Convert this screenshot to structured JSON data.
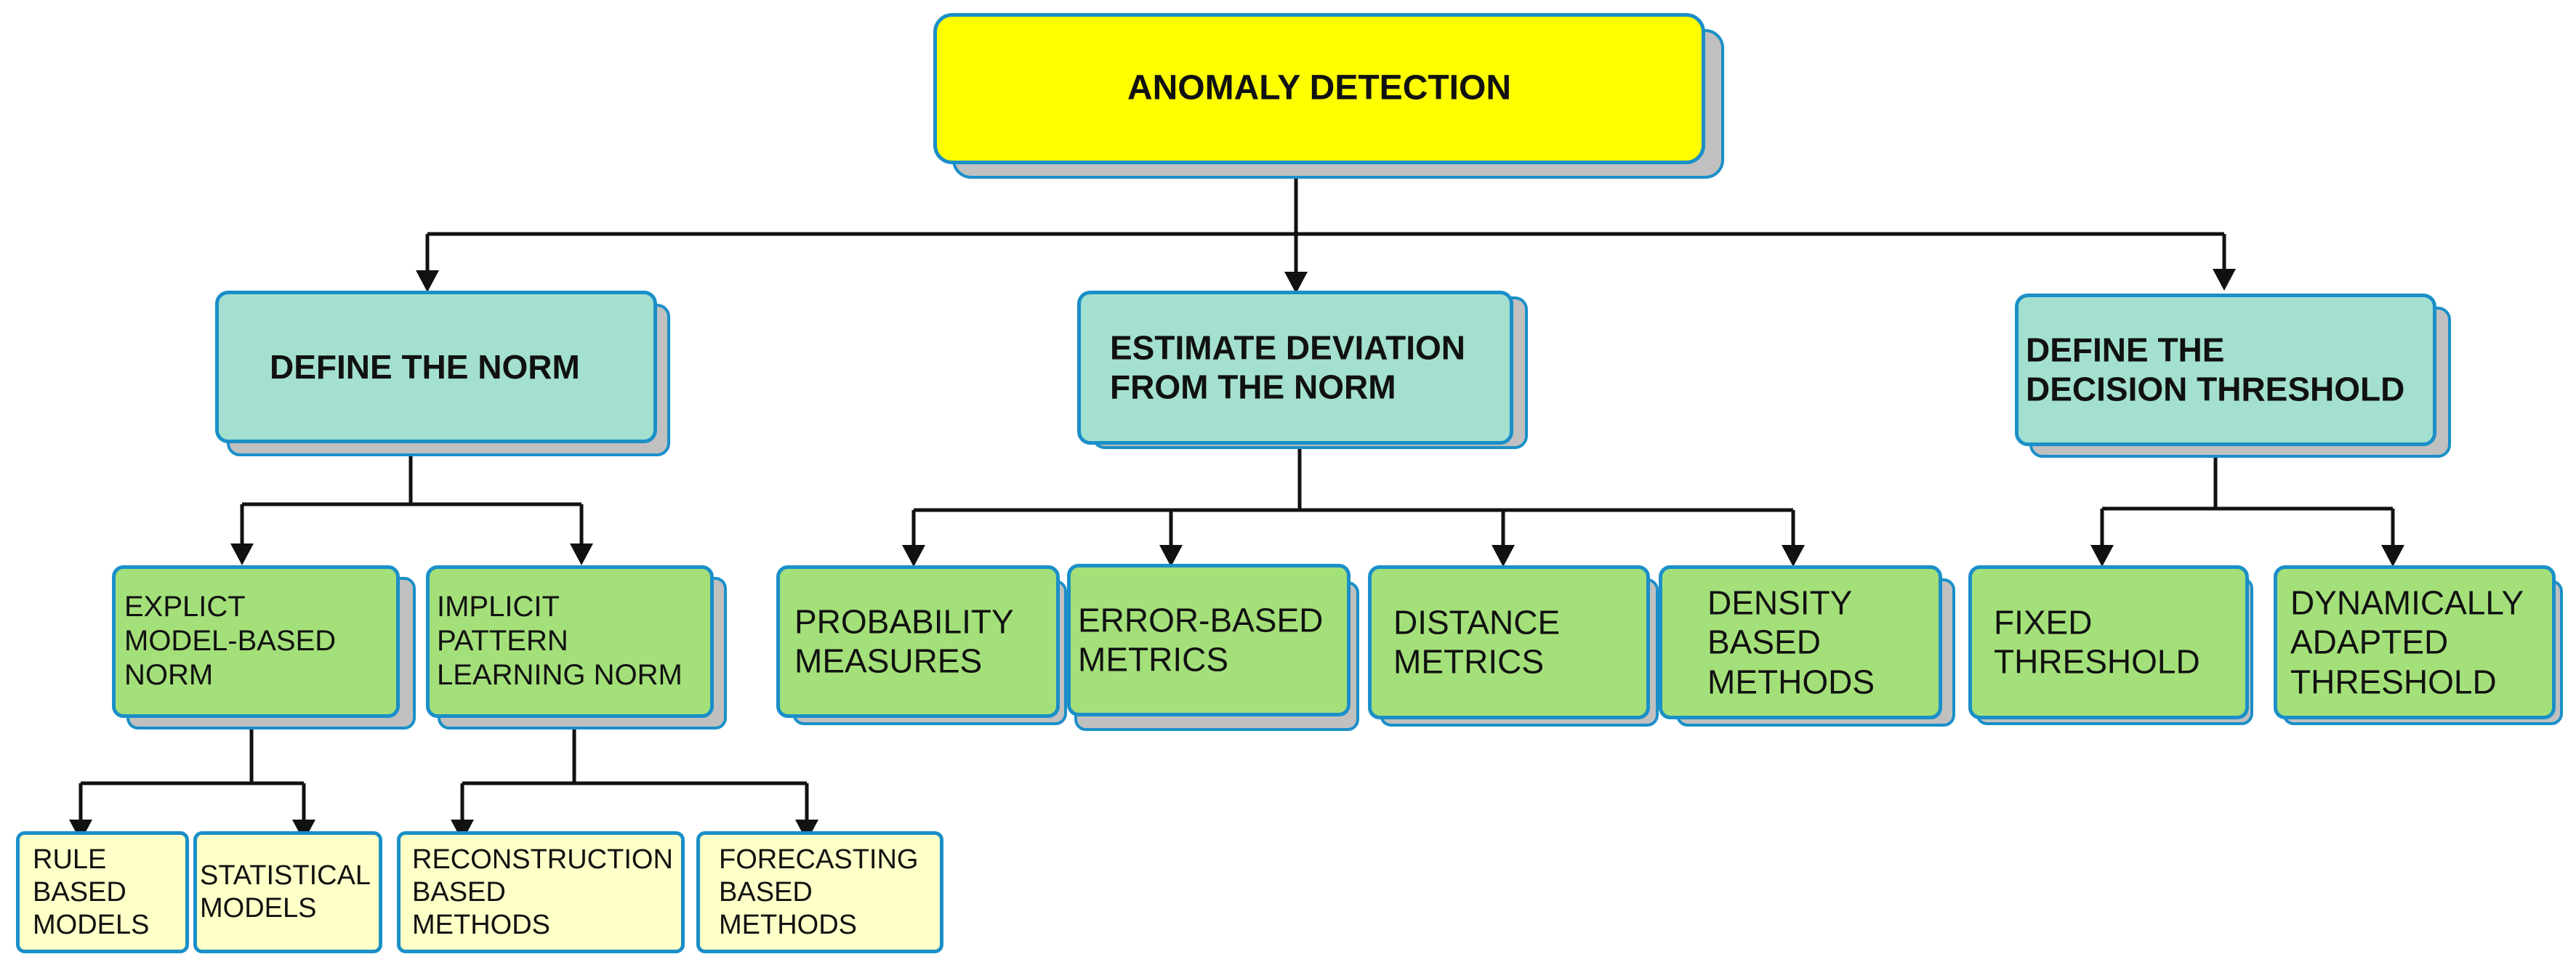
{
  "root": {
    "lines": [
      "ANOMALY DETECTION"
    ]
  },
  "define_norm": {
    "lines": [
      "DEFINE THE NORM"
    ]
  },
  "estimate_deviation": {
    "lines": [
      "ESTIMATE DEVIATION",
      "FROM THE NORM"
    ]
  },
  "decision_threshold": {
    "lines": [
      "DEFINE THE",
      "DECISION THRESHOLD"
    ]
  },
  "explicit_norm": {
    "lines": [
      "EXPLICT",
      "MODEL-BASED",
      "NORM"
    ]
  },
  "implicit_norm": {
    "lines": [
      "IMPLICIT",
      "PATTERN",
      "LEARNING NORM"
    ]
  },
  "probability_measures": {
    "lines": [
      "PROBABILITY",
      "MEASURES"
    ]
  },
  "error_metrics": {
    "lines": [
      "ERROR-BASED",
      "METRICS"
    ]
  },
  "distance_metrics": {
    "lines": [
      "DISTANCE",
      "METRICS"
    ]
  },
  "density_methods": {
    "lines": [
      "DENSITY",
      "BASED",
      "METHODS"
    ]
  },
  "fixed_threshold": {
    "lines": [
      "FIXED",
      "THRESHOLD"
    ]
  },
  "dynamic_threshold": {
    "lines": [
      "DYNAMICALLY",
      "ADAPTED",
      "THRESHOLD"
    ]
  },
  "rule_models": {
    "lines": [
      "RULE",
      "BASED",
      "MODELS"
    ]
  },
  "statistical_models": {
    "lines": [
      "STATISTICAL",
      "MODELS"
    ]
  },
  "reconstruction_methods": {
    "lines": [
      "RECONSTRUCTION",
      "BASED",
      "METHODS"
    ]
  },
  "forecasting_methods": {
    "lines": [
      "FORECASTING",
      "BASED",
      "METHODS"
    ]
  },
  "colors": {
    "root_fill": "#ffff00",
    "level1_fill": "#a3e0cf",
    "level2_fill": "#a4e07a",
    "level3_fill": "#ffffc8",
    "border": "#1a8fc8",
    "shadow": "#c0c0c0",
    "connector": "#111111"
  }
}
